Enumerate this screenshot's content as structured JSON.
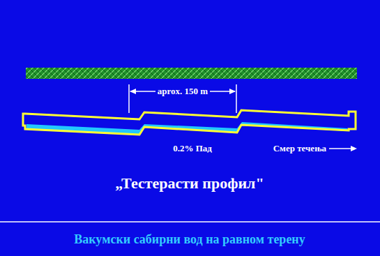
{
  "diagram": {
    "title": "„Тестерасти профил\"",
    "caption": "Вакумски сабирни вод на равном терену",
    "labels": [
      "aprox. 150 m",
      "0.2% Пад",
      "Смер течења"
    ]
  }
}
